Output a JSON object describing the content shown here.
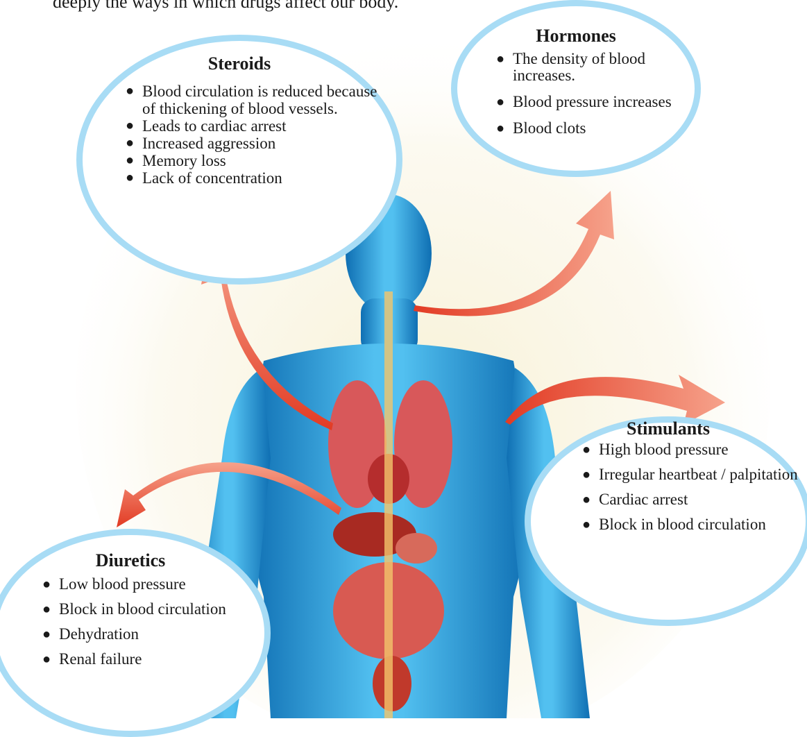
{
  "intro_text": "deeply the ways in which drugs affect our body.",
  "colors": {
    "bubble_border": "#a8dcf5",
    "body_blue": "#2a9fe0",
    "arrow_red": "#e8553a",
    "organ_red": "#c83a3a"
  },
  "bubbles": {
    "steroids": {
      "title": "Steroids",
      "items": [
        "Blood circulation is reduced because of thickening of blood vessels.",
        "Leads to cardiac arrest",
        "Increased aggression",
        "Memory loss",
        "Lack of concentration"
      ]
    },
    "hormones": {
      "title": "Hormones",
      "items": [
        "The density of blood increases.",
        "Blood pressure increases",
        "Blood clots"
      ]
    },
    "stimulants": {
      "title": "Stimulants",
      "items": [
        "High blood pressure",
        "Irregular heartbeat / palpitation",
        "Cardiac arrest",
        "Block in blood circulation"
      ]
    },
    "diuretics": {
      "title": "Diuretics",
      "items": [
        "Low blood pressure",
        "Block in blood circulation",
        "Dehydration",
        "Renal failure"
      ]
    }
  }
}
